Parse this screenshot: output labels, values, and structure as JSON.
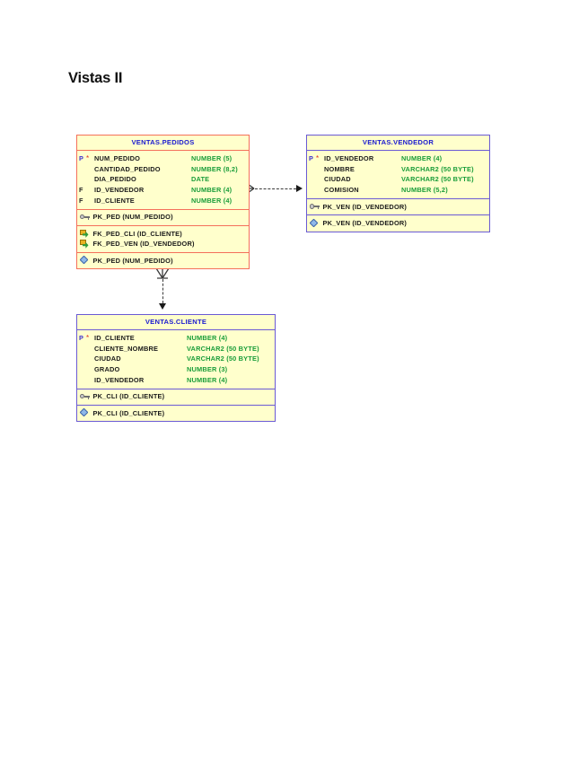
{
  "document": {
    "title": "Vistas II"
  },
  "diagram": {
    "type": "entity-relationship",
    "tool_style": "oracle-sql-developer",
    "colors": {
      "entity_background": "#ffffcc",
      "entity_border_highlight": "#f4705a",
      "entity_border_normal": "#6a5ad4",
      "title_text": "#1a1ad0",
      "column_name_text": "#1b1b1b",
      "datatype_text": "#1a9d3a",
      "pk_marker": "#3b2fd0",
      "mandatory_star": "#e03020",
      "connector": "#3a3a3a",
      "page_background": "#ffffff"
    },
    "entities": [
      {
        "id": "pedidos",
        "title": "VENTAS.PEDIDOS",
        "border": "red",
        "columns": [
          {
            "key": "P",
            "mandatory": true,
            "name": "NUM_PEDIDO",
            "type": "NUMBER (5)"
          },
          {
            "key": "",
            "mandatory": false,
            "name": "CANTIDAD_PEDIDO",
            "type": "NUMBER (8,2)"
          },
          {
            "key": "",
            "mandatory": false,
            "name": "DIA_PEDIDO",
            "type": "DATE"
          },
          {
            "key": "F",
            "mandatory": false,
            "name": "ID_VENDEDOR",
            "type": "NUMBER (4)"
          },
          {
            "key": "F",
            "mandatory": false,
            "name": "ID_CLIENTE",
            "type": "NUMBER (4)"
          }
        ],
        "sections": [
          {
            "kind": "primary-key",
            "rows": [
              {
                "icon": "primary-key-icon",
                "label": "PK_PED (NUM_PEDIDO)"
              }
            ]
          },
          {
            "kind": "foreign-keys",
            "rows": [
              {
                "icon": "foreign-key-icon",
                "label": "FK_PED_CLI (ID_CLIENTE)"
              },
              {
                "icon": "foreign-key-icon",
                "label": "FK_PED_VEN (ID_VENDEDOR)"
              }
            ]
          },
          {
            "kind": "indexes",
            "rows": [
              {
                "icon": "index-icon",
                "label": "PK_PED (NUM_PEDIDO)"
              }
            ]
          }
        ]
      },
      {
        "id": "vendedor",
        "title": "VENTAS.VENDEDOR",
        "border": "blue",
        "columns": [
          {
            "key": "P",
            "mandatory": true,
            "name": "ID_VENDEDOR",
            "type": "NUMBER (4)"
          },
          {
            "key": "",
            "mandatory": false,
            "name": "NOMBRE",
            "type": "VARCHAR2 (50 BYTE)"
          },
          {
            "key": "",
            "mandatory": false,
            "name": "CIUDAD",
            "type": "VARCHAR2 (50 BYTE)"
          },
          {
            "key": "",
            "mandatory": false,
            "name": "COMISION",
            "type": "NUMBER (5,2)"
          }
        ],
        "sections": [
          {
            "kind": "primary-key",
            "rows": [
              {
                "icon": "primary-key-icon",
                "label": "PK_VEN (ID_VENDEDOR)"
              }
            ]
          },
          {
            "kind": "indexes",
            "rows": [
              {
                "icon": "index-icon",
                "label": "PK_VEN (ID_VENDEDOR)"
              }
            ]
          }
        ]
      },
      {
        "id": "cliente",
        "title": "VENTAS.CLIENTE",
        "border": "blue",
        "columns": [
          {
            "key": "P",
            "mandatory": true,
            "name": "ID_CLIENTE",
            "type": "NUMBER (4)"
          },
          {
            "key": "",
            "mandatory": false,
            "name": "CLIENTE_NOMBRE",
            "type": "VARCHAR2 (50 BYTE)"
          },
          {
            "key": "",
            "mandatory": false,
            "name": "CIUDAD",
            "type": "VARCHAR2 (50 BYTE)"
          },
          {
            "key": "",
            "mandatory": false,
            "name": "GRADO",
            "type": "NUMBER (3)"
          },
          {
            "key": "",
            "mandatory": false,
            "name": "ID_VENDEDOR",
            "type": "NUMBER (4)"
          }
        ],
        "sections": [
          {
            "kind": "primary-key",
            "rows": [
              {
                "icon": "primary-key-icon",
                "label": "PK_CLI (ID_CLIENTE)"
              }
            ]
          },
          {
            "kind": "indexes",
            "rows": [
              {
                "icon": "index-icon",
                "label": "PK_CLI (ID_CLIENTE)"
              }
            ]
          }
        ]
      }
    ],
    "relationships": [
      {
        "id": "pedidos-vendedor",
        "from": "VENTAS.PEDIDOS",
        "to": "VENTAS.VENDEDOR",
        "style": "dashed",
        "from_end": "crows-foot",
        "to_end": "arrow",
        "orientation": "horizontal"
      },
      {
        "id": "pedidos-cliente",
        "from": "VENTAS.PEDIDOS",
        "to": "VENTAS.CLIENTE",
        "style": "dashed",
        "from_end": "crows-foot",
        "to_end": "arrow",
        "orientation": "vertical"
      }
    ]
  }
}
